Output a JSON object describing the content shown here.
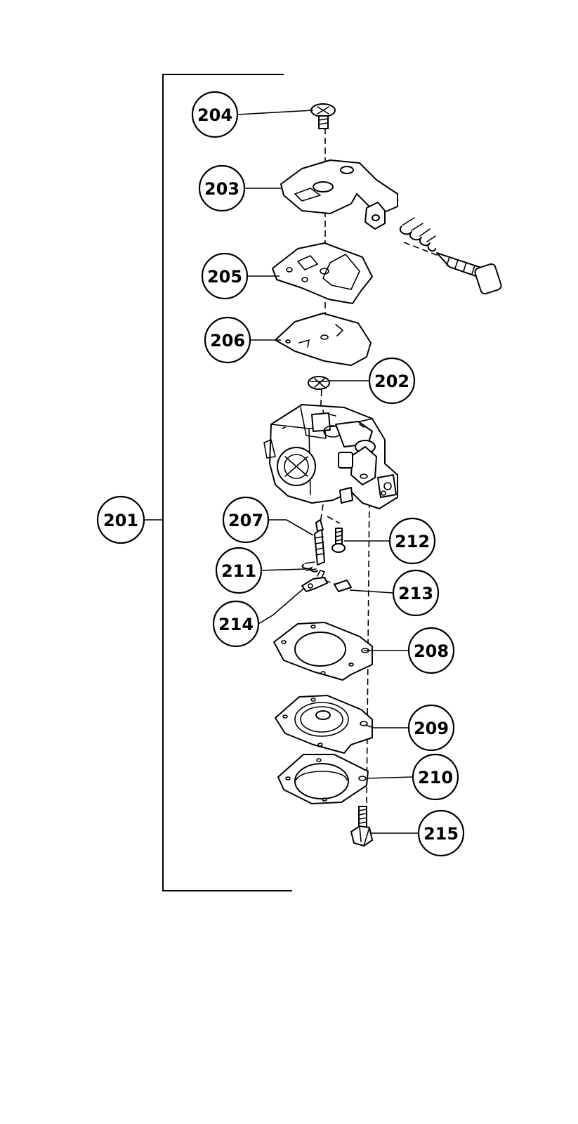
{
  "callouts": [
    {
      "id": "201",
      "label": "201"
    },
    {
      "id": "202",
      "label": "202"
    },
    {
      "id": "203",
      "label": "203"
    },
    {
      "id": "204",
      "label": "204"
    },
    {
      "id": "205",
      "label": "205"
    },
    {
      "id": "206",
      "label": "206"
    },
    {
      "id": "207",
      "label": "207"
    },
    {
      "id": "208",
      "label": "208"
    },
    {
      "id": "209",
      "label": "209"
    },
    {
      "id": "210",
      "label": "210"
    },
    {
      "id": "211",
      "label": "211"
    },
    {
      "id": "212",
      "label": "212"
    },
    {
      "id": "213",
      "label": "213"
    },
    {
      "id": "214",
      "label": "214"
    },
    {
      "id": "215",
      "label": "215"
    }
  ]
}
